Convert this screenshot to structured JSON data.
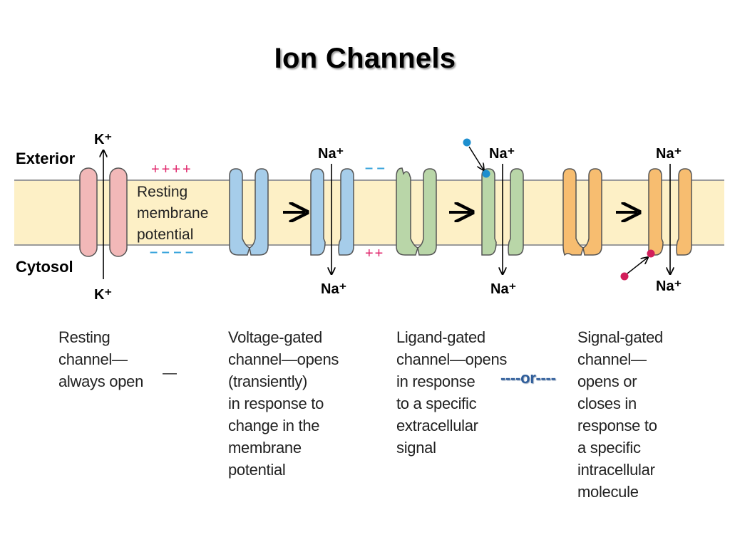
{
  "title": "Ion Channels",
  "region_labels": {
    "exterior": "Exterior",
    "cytosol": "Cytosol"
  },
  "colors": {
    "membrane": "#fdf0c6",
    "membrane_edge": "#9a9a9a",
    "resting_channel": "#f2b8b8",
    "voltage_channel": "#a6cdea",
    "ligand_channel": "#b9d6a8",
    "signal_channel": "#f7bd70",
    "plus_sign": "#e0246a",
    "minus_sign": "#3aa5dc",
    "ligand": "#1e8fcf",
    "signal_molecule": "#d21e5a",
    "or_text": "#2e5d9a"
  },
  "ions": {
    "k_top": "K⁺",
    "k_bottom": "K⁺",
    "na_voltage_top": "Na⁺",
    "na_voltage_bottom": "Na⁺",
    "na_ligand_top": "Na⁺",
    "na_ligand_bottom": "Na⁺",
    "na_signal_top": "Na⁺",
    "na_signal_bottom": "Na⁺"
  },
  "charges": {
    "exterior_plus": "++++",
    "cytosol_minus": "– – – –",
    "exterior_minus": "– –",
    "cytosol_plus": "++"
  },
  "membrane_label": "Resting\nmembrane\npotential",
  "captions": {
    "resting": "Resting\nchannel—\nalways open",
    "voltage": "Voltage-gated\nchannel—opens\n(transiently)\nin response to\nchange in the\nmembrane\npotential",
    "ligand": "Ligand-gated\nchannel—opens\nin response\nto a specific\nextracellular\nsignal",
    "signal": "Signal-gated\nchannel—\nopens or\ncloses in\nresponse to\na specific\nintracellular\nmolecule"
  },
  "or_text": "----or----",
  "dash_mark": "—"
}
